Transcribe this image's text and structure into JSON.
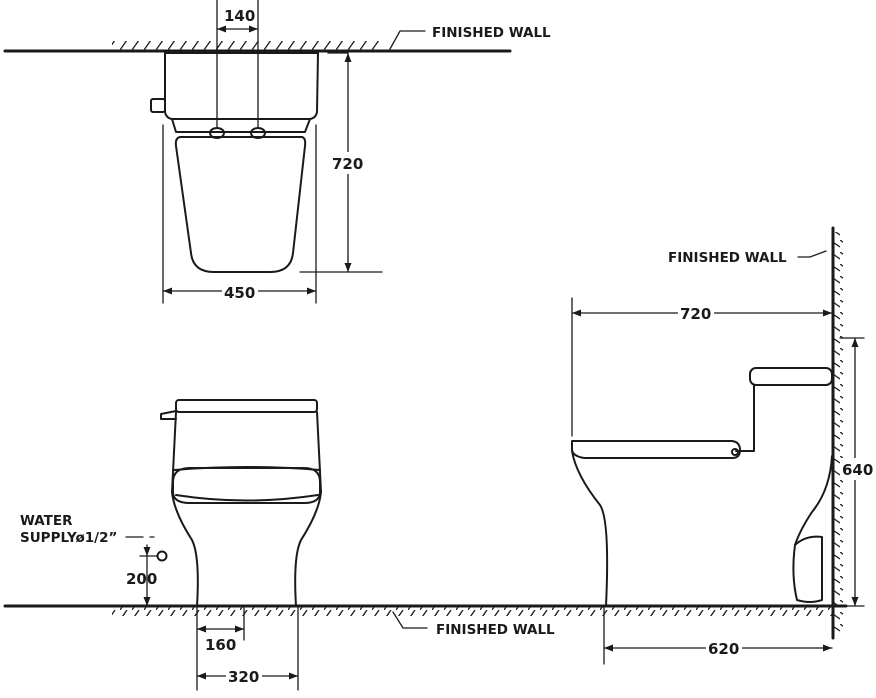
{
  "labels": {
    "finished_wall_top": "FINISHED WALL",
    "finished_wall_side": "FINISHED WALL",
    "finished_wall_floor": "FINISHED WALL",
    "water_supply_line1": "WATER",
    "water_supply_line2": "SUPPLYø1/2”"
  },
  "dimensions": {
    "top_outlet_spacing": "140",
    "top_depth": "720",
    "top_width": "450",
    "front_supply_height": "200",
    "front_center": "160",
    "front_base_width": "320",
    "side_length": "720",
    "side_height": "640",
    "side_wall_to_base": "620"
  }
}
